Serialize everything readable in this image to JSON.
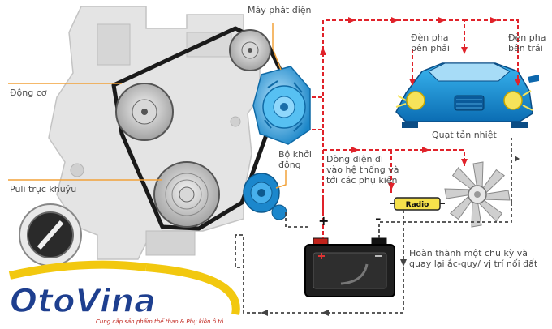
{
  "labels": {
    "alternator": "Máy phát điện",
    "engine": "Động cơ",
    "crank_pulley": "Puli trục khuỷu",
    "starter": "Bộ khởi\nđộng",
    "headlight_right": "Đèn pha\nbên phải",
    "headlight_left": "Đèn pha\nbên trái",
    "current_flow": "Dòng điện đi\nvào hệ thống và\ntới các phụ kiện",
    "radiator_fan": "Quạt tản nhiệt",
    "radio": "Radio",
    "cycle_complete": "Hoàn thành một chu kỳ và\nquay lại ắc-quy/ vị trí nối đất",
    "plus": "+",
    "minus": "-"
  },
  "brand": {
    "name": "OtoVina",
    "tagline": "Cung cấp sản phẩm thể thao & Phụ kiện ô tô",
    "primary_color": "#1e3f8f",
    "accent_color": "#f2c80f"
  },
  "colors": {
    "wire": "#e0222a",
    "leader": "#f2a23a",
    "ground": "#444444",
    "car": "#1592d8",
    "alternator": "#33a9e6"
  }
}
